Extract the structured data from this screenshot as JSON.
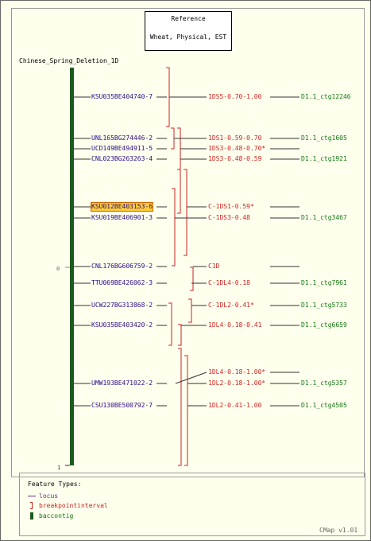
{
  "reference": {
    "line1": "Reference",
    "line2": "Wheat, Physical, EST"
  },
  "map_title": "Chinese_Spring_Deletion_1D",
  "axis_ticks": {
    "top": "0",
    "bottom": "1"
  },
  "colors": {
    "contig": "#1e5a1e",
    "locus_line": "#333333",
    "locus_label": "#2a0a8a",
    "interval": "#cc2222",
    "interval_label": "#cc2222",
    "contig_label": "#117711",
    "highlight_bg": "#ffcc33",
    "highlight_border": "#cc6600"
  },
  "loci": [
    {
      "name": "KSU035BE404740-7",
      "highlight": false
    },
    {
      "name": "UNL165BG274446-2",
      "highlight": false
    },
    {
      "name": "UCD149BE494911-5",
      "highlight": false
    },
    {
      "name": "CNL023BG263263-4",
      "highlight": false
    },
    {
      "name": "KSU012BE403153-6",
      "highlight": true
    },
    {
      "name": "KSU019BE406901-3",
      "highlight": false
    },
    {
      "name": "CNL176BG606759-2",
      "highlight": false
    },
    {
      "name": "TTU069BE426062-3",
      "highlight": false
    },
    {
      "name": "UCW227BG313868-2",
      "highlight": false
    },
    {
      "name": "KSU035BE403420-2",
      "highlight": false
    },
    {
      "name": "UMW193BE471022-2",
      "highlight": false
    },
    {
      "name": "CSU130BE500792-7",
      "highlight": false
    }
  ],
  "intervals": [
    "1DS5-0.70-1.00",
    "1DS1-0.59-0.70",
    "1DS3-0.48-0.70*",
    "1DS3-0.48-0.59",
    "C-1DS1-0.59*",
    "C-1DS3-0.48",
    "C1D",
    "C-1DL4-0.18",
    "C-1DL2-0.41*",
    "1DL4-0.18-0.41",
    "1DL4-0.18-1.00*",
    "1DL2-0.18-1.00*",
    "1DL2-0.41-1.00"
  ],
  "contigs": [
    "D1.1_ctg12246",
    "D1.1_ctg1605",
    "D1.1_ctg1921",
    "D1.1_ctg3467",
    "D1.1_ctg7961",
    "D1.1_ctg5733",
    "D1.1_ctg6659",
    "D1.1_ctg5357",
    "D1.1_ctg4505"
  ],
  "legend": {
    "title": "Feature Types:",
    "items": [
      {
        "label": "locus",
        "icon": "locus-line-icon"
      },
      {
        "label": "breakpointinterval",
        "icon": "bracket-icon"
      },
      {
        "label": "baccontig",
        "icon": "bar-icon"
      }
    ]
  },
  "version": "CMap v1.01"
}
